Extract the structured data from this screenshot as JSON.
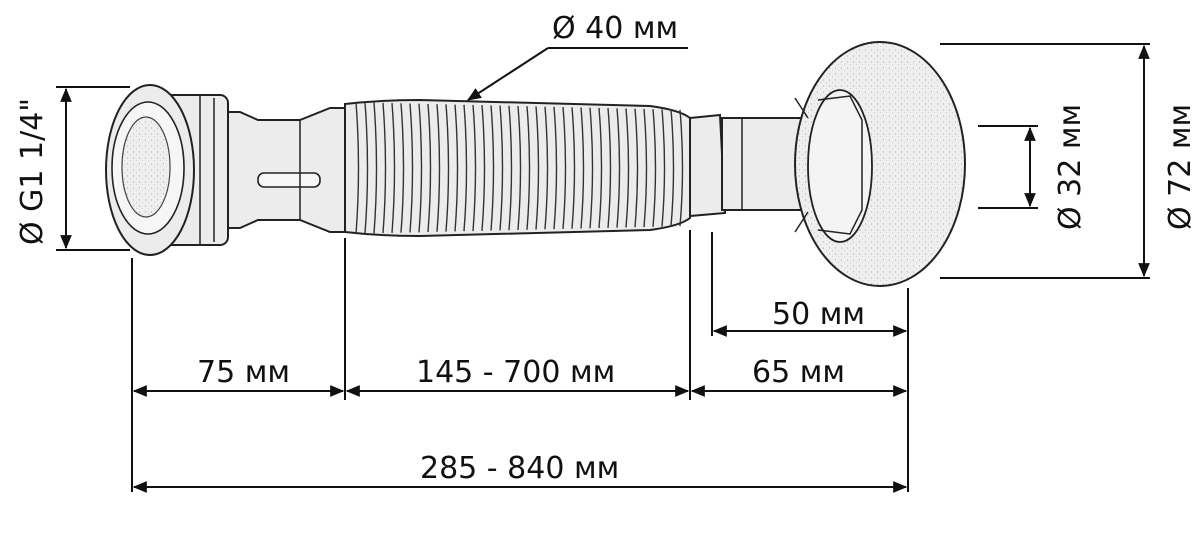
{
  "labels": {
    "diameter_pipe": "Ø 40 мм",
    "thread": "Ø G1 1/4\"",
    "diameter_outlet": "Ø 32 мм",
    "diameter_flange": "Ø 72 мм",
    "len_nut": "75 мм",
    "len_corrugation": "145 - 700 мм",
    "len_outlet_inner": "50 мм",
    "len_outlet": "65 мм",
    "len_total": "285 - 840 мм"
  },
  "colors": {
    "ink": "#111111",
    "part_fill": "#ececec"
  }
}
